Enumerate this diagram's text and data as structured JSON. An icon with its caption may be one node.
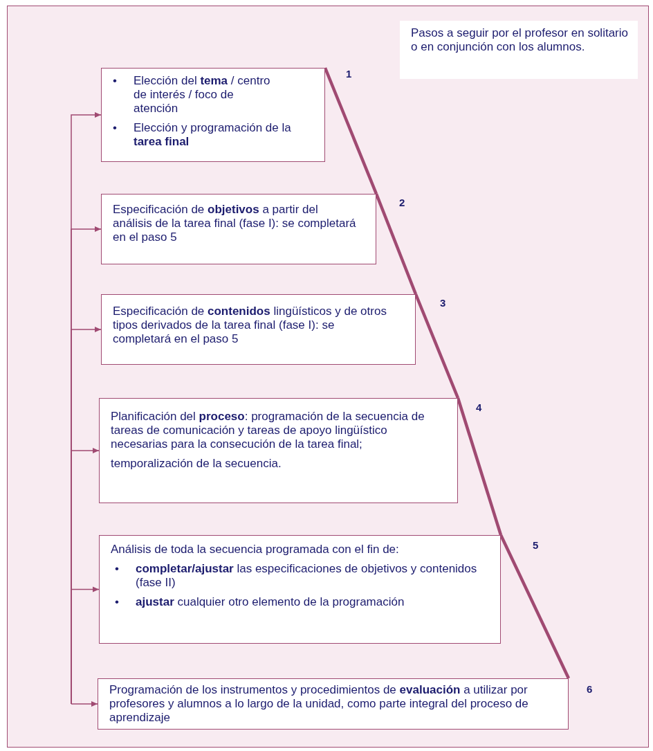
{
  "diagram": {
    "nodes": [
      {
        "text": [
          "•",
          "Elección del **tema** / centro de interés / foco de atención",
          "•",
          "Elección y programación de la **tarea final**"
        ],
        "beside": [
          "1"
        ]
      },
      {
        "text": [
          "Especificación de **objetivos** a partir del análisis de la tarea final (fase I): se completará en el paso 5"
        ],
        "beside": [
          "2"
        ]
      },
      {
        "text": [
          "Especificación de **contenidos** lingüísticos y de otros tipos derivados de la tarea final (fase I): se completará en el paso 5"
        ],
        "beside": [
          "3"
        ]
      },
      {
        "text": [
          "Planificación del **proceso**: programación de la secuencia de tareas de comunicación y tareas de apoyo lingüístico necesarias para la consecución de la tarea final;",
          "temporalización de la secuencia."
        ],
        "beside": [
          "4"
        ]
      },
      {
        "text": [
          "Análisis de toda la secuencia programada con el fin de:",
          "•",
          "**completar/ajustar** las especificaciones de objetivos y contenidos (fase II)",
          "•",
          "**ajustar** cualquier otro elemento de la programación"
        ],
        "beside": [
          "5"
        ]
      },
      {
        "text": [
          "Programación de los instrumentos y procedimientos de **evaluación** a utilizar por profesores y alumnos a lo largo de la unidad, como parte integral del proceso de aprendizaje"
        ],
        "beside": [
          "6"
        ]
      },
      {
        "text": [
          "Pasos a seguir por el profesor en solitario o en conjunción con los alumnos."
        ]
      }
    ],
    "edges": [
      {
        "from": null,
        "to": 0,
        "arrow": "to"
      },
      {
        "from": null,
        "to": 1,
        "arrow": "to"
      },
      {
        "from": null,
        "to": 2,
        "arrow": "to"
      },
      {
        "from": null,
        "to": 3,
        "arrow": "to"
      },
      {
        "from": null,
        "to": 4,
        "arrow": "to"
      },
      {
        "from": null,
        "to": 5,
        "arrow": "to"
      },
      {
        "from": 0,
        "to": 1,
        "arrow": "none",
        "style": "thick"
      },
      {
        "from": 1,
        "to": 2,
        "arrow": "none",
        "style": "thick"
      },
      {
        "from": 2,
        "to": 3,
        "arrow": "none",
        "style": "thick"
      },
      {
        "from": 3,
        "to": 4,
        "arrow": "none",
        "style": "thick"
      },
      {
        "from": 4,
        "to": 5,
        "arrow": "none",
        "style": "thick"
      }
    ]
  }
}
